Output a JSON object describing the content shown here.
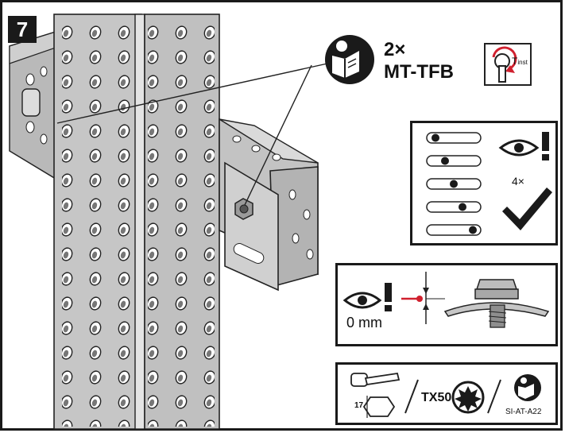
{
  "step": {
    "number": "7"
  },
  "product": {
    "quantity": "2×",
    "name": "MT-TFB"
  },
  "torque_icon": {
    "label_main": "T",
    "label_sub": "inst"
  },
  "inspection_panel": {
    "count": "4×"
  },
  "gap_panel": {
    "gap_value": "0 mm"
  },
  "tools_panel": {
    "wrench_size": "17",
    "torx_label": "TX50",
    "doc_code": "SI-AT-A22"
  },
  "icons": [
    "read-manual-icon",
    "torque-wrench-icon",
    "eye-icon",
    "exclamation-icon",
    "checkmark-icon",
    "ratchet-wrench-icon",
    "hex-nut-icon",
    "torx-star-icon"
  ]
}
